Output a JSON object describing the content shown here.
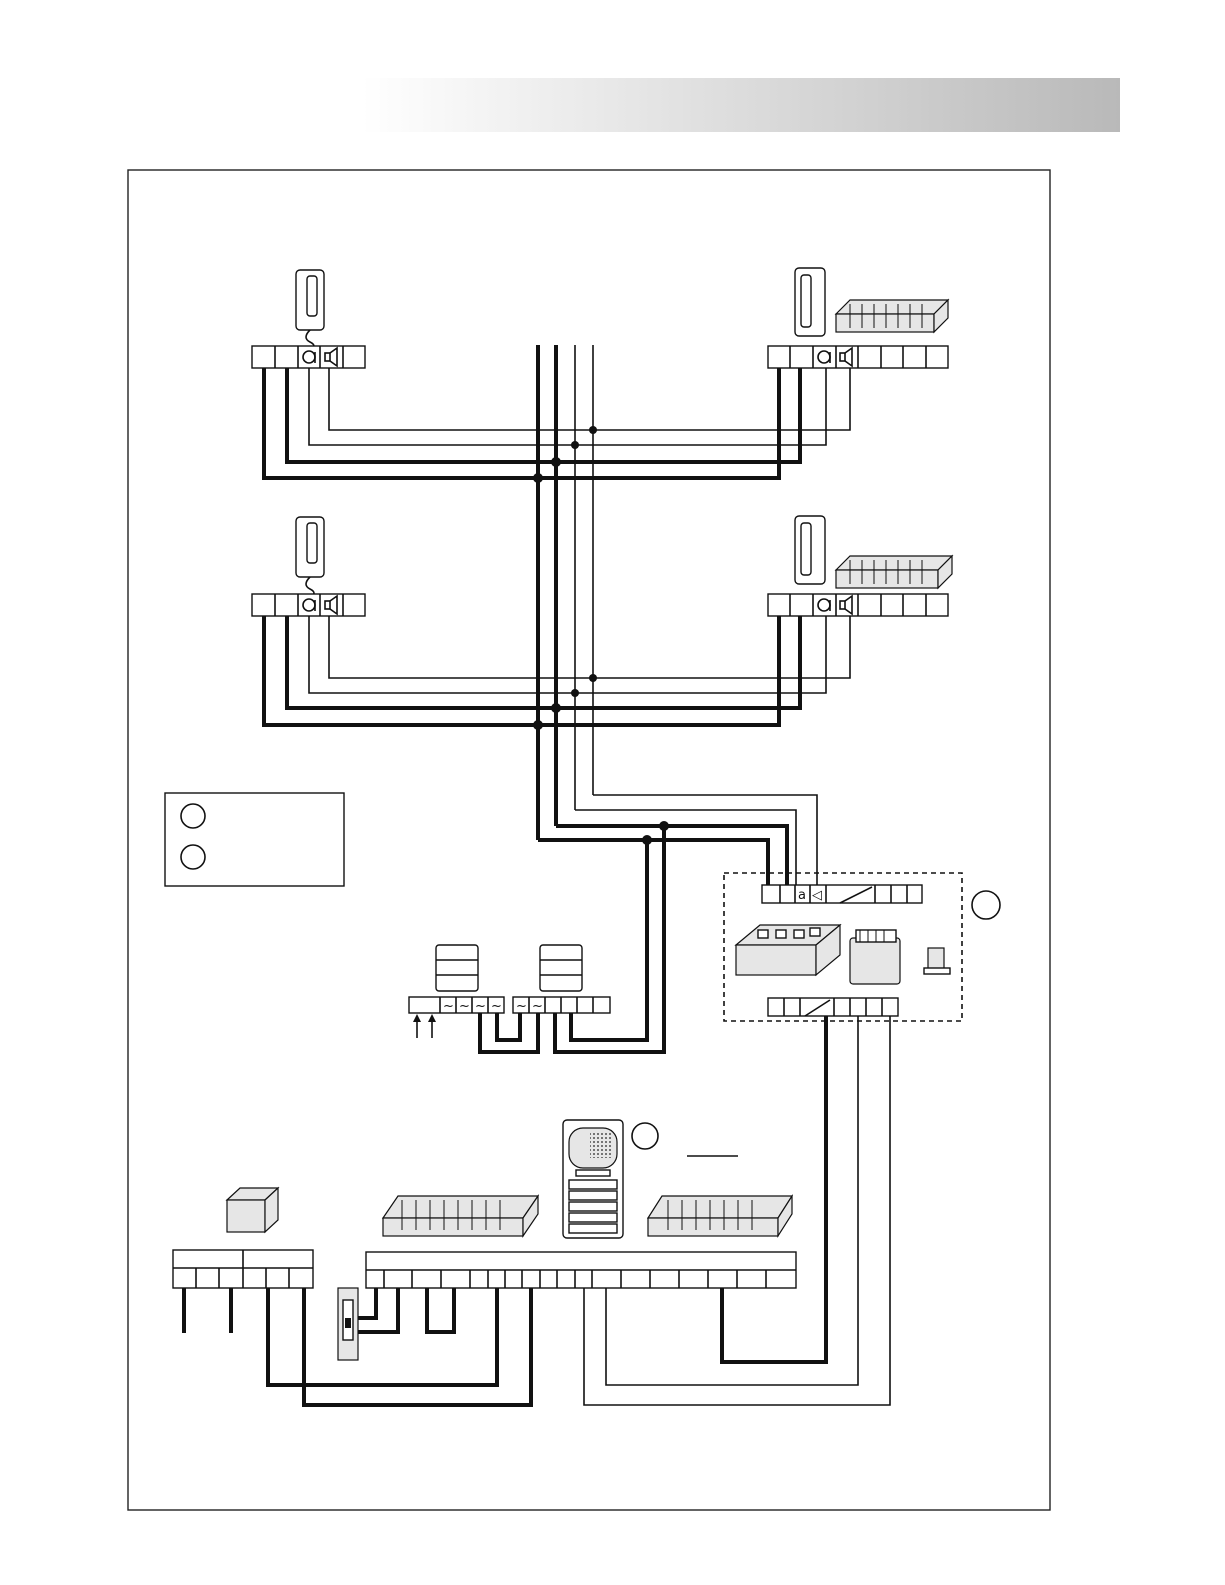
{
  "page": {
    "header_band_colors": [
      "#ffffff",
      "#b9b9b9"
    ]
  },
  "legend": {
    "items": [
      {
        "icon": "circle-marker"
      },
      {
        "icon": "circle-marker"
      }
    ]
  },
  "terminal_symbols": {
    "microphone": "a",
    "speaker": "◁",
    "ac": "~"
  },
  "components": [
    {
      "name": "intercom-handset",
      "count": 4
    },
    {
      "name": "call-module",
      "count": 4
    },
    {
      "name": "distribution-unit",
      "count": 1
    },
    {
      "name": "power-supply",
      "count": 3
    },
    {
      "name": "door-panel",
      "count": 1
    },
    {
      "name": "door-lock",
      "count": 1
    }
  ]
}
